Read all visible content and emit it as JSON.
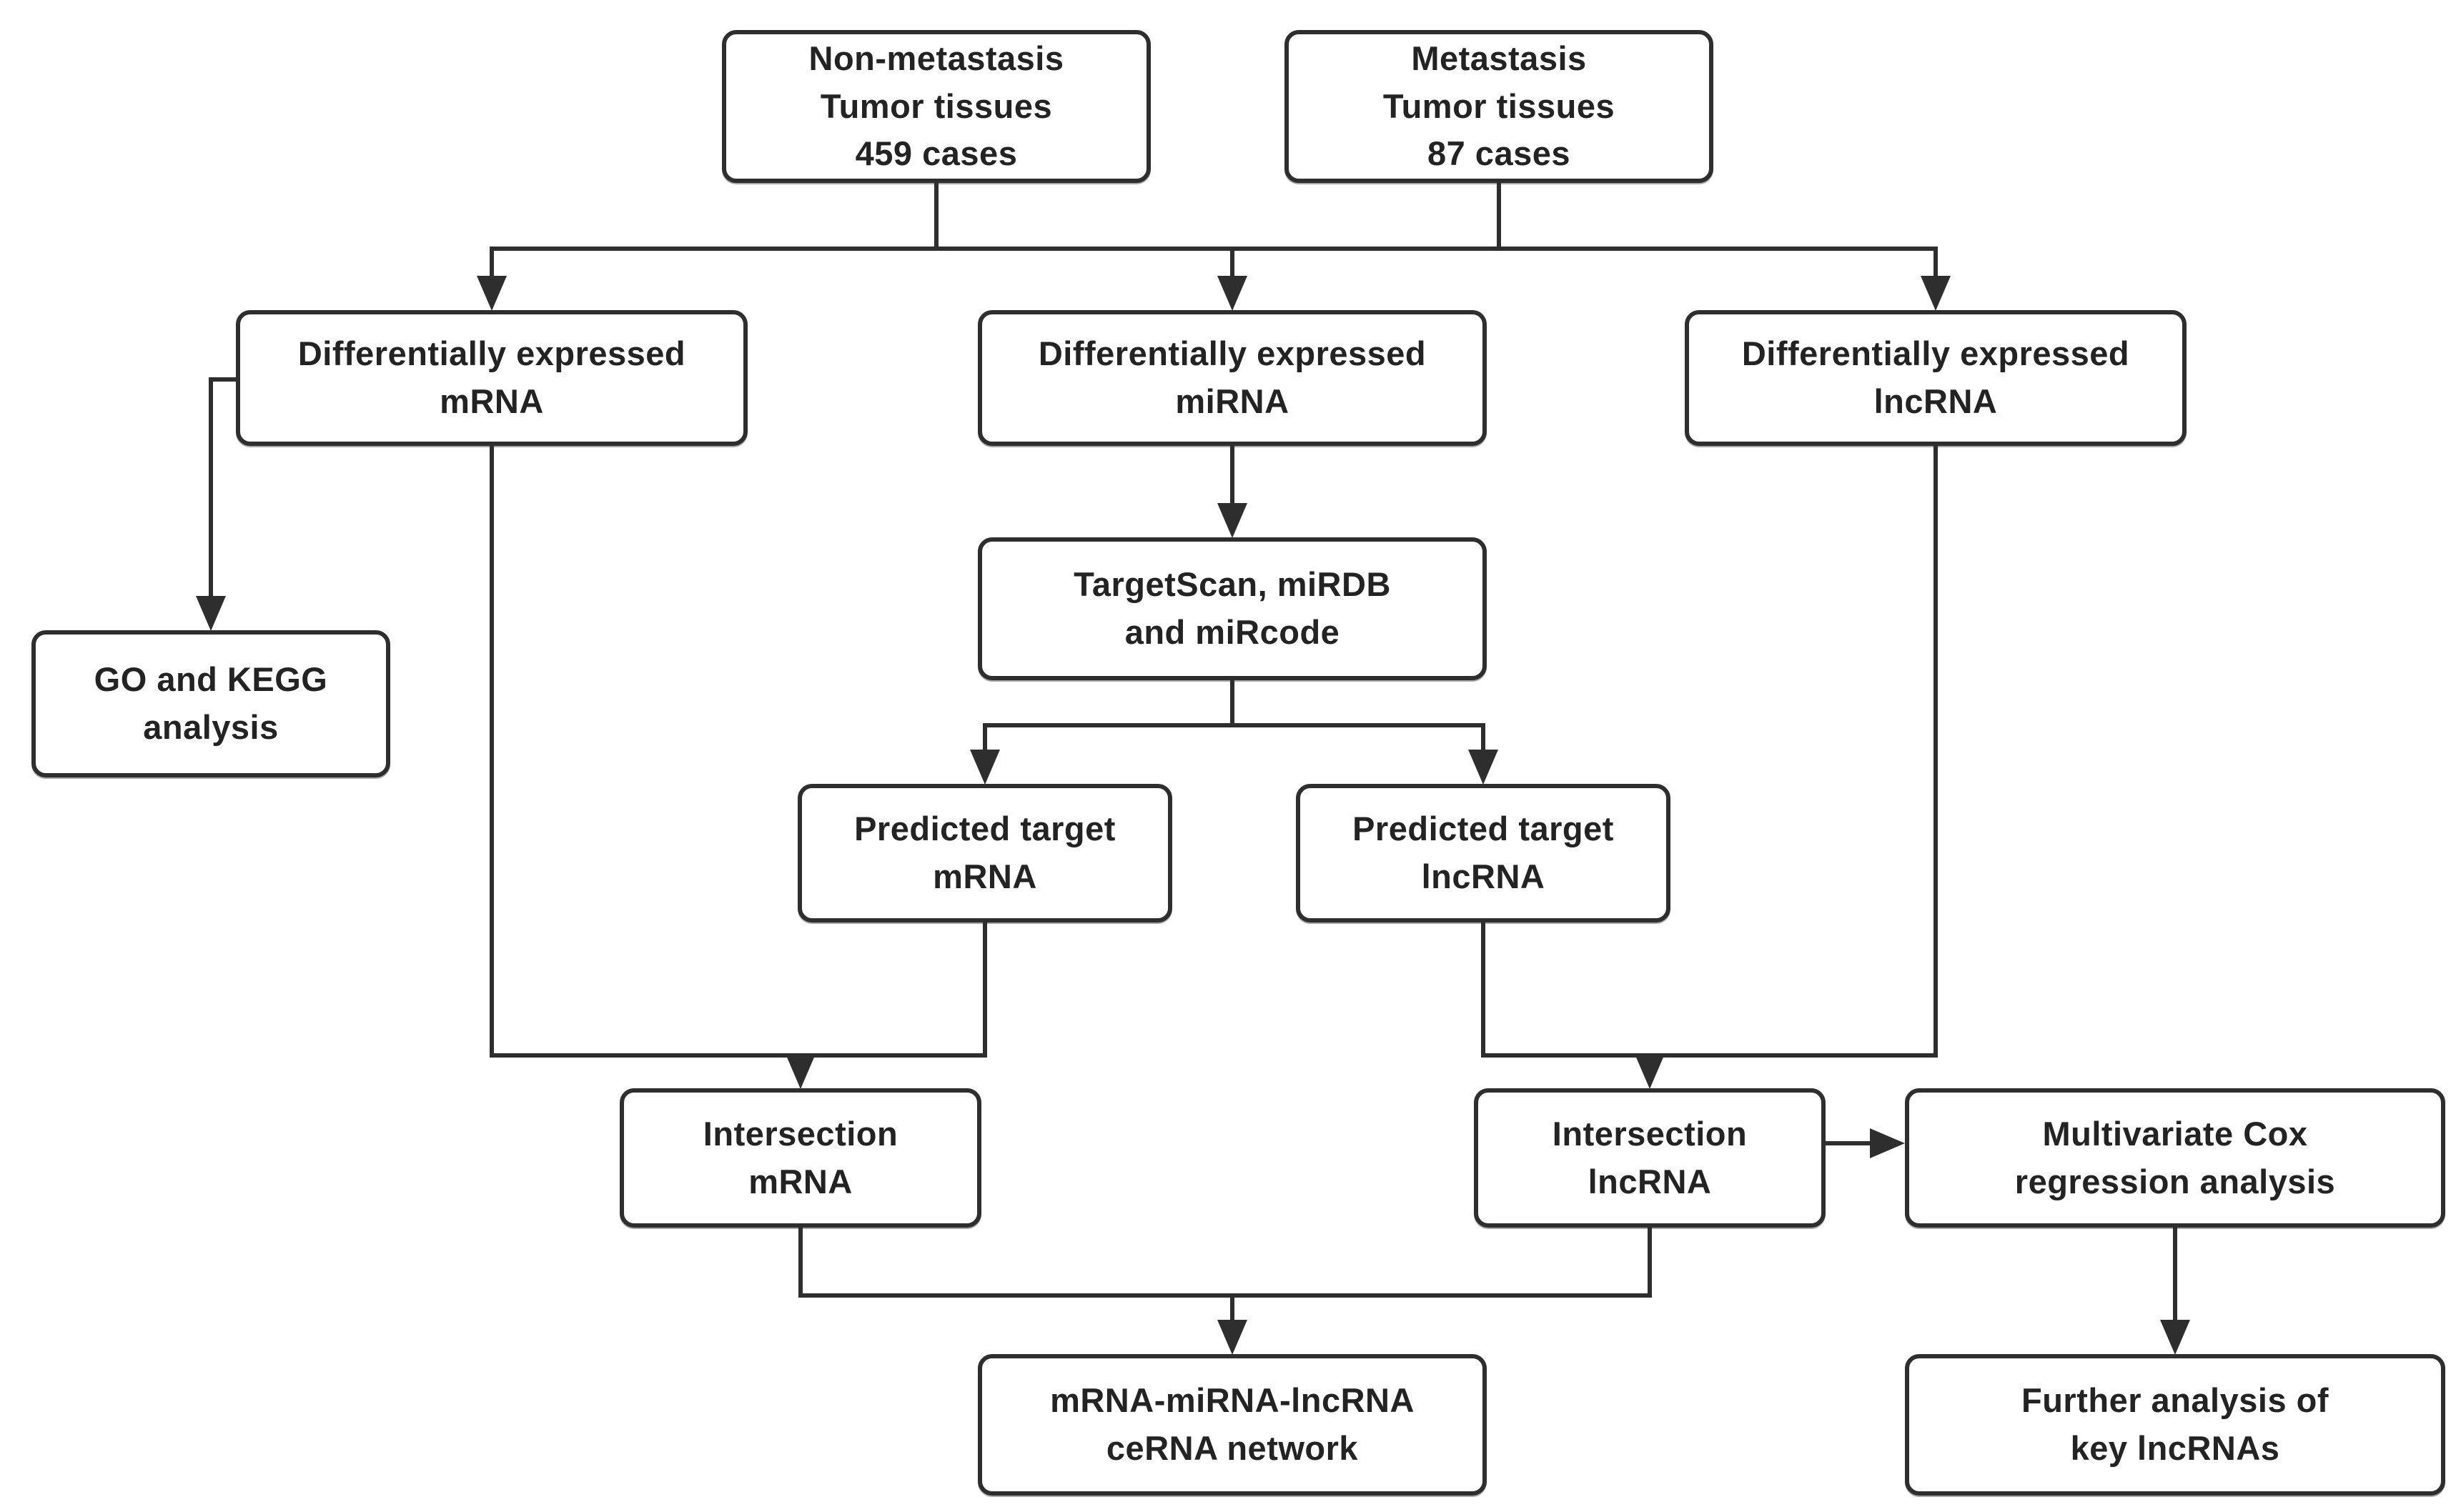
{
  "diagram": {
    "type": "flowchart",
    "background_color": "#ffffff",
    "line_color": "#2e2e2e",
    "box_fill_color": "#ffffff",
    "text_color": "#232323",
    "nodes": {
      "non_metastasis": {
        "label": "Non-metastasis\nTumor tissues\n459 cases"
      },
      "metastasis": {
        "label": "Metastasis\nTumor tissues\n87 cases"
      },
      "de_mrna": {
        "label": "Differentially expressed\nmRNA"
      },
      "de_mirna": {
        "label": "Differentially expressed\nmiRNA"
      },
      "de_lncrna": {
        "label": "Differentially expressed\nlncRNA"
      },
      "go_kegg": {
        "label": "GO and KEGG\nanalysis"
      },
      "targetscan": {
        "label": "TargetScan, miRDB\nand miRcode"
      },
      "pred_mrna": {
        "label": "Predicted target\nmRNA"
      },
      "pred_lncrna": {
        "label": "Predicted target\nlncRNA"
      },
      "int_mrna": {
        "label": "Intersection\nmRNA"
      },
      "int_lncrna": {
        "label": "Intersection\nlncRNA"
      },
      "cox": {
        "label": "Multivariate Cox\nregression analysis"
      },
      "cerna": {
        "label": "mRNA-miRNA-lncRNA\nceRNA network"
      },
      "further": {
        "label": "Further analysis of\nkey lncRNAs"
      }
    },
    "edges": [
      {
        "from": "non_metastasis",
        "to": "de_mrna"
      },
      {
        "from": "non_metastasis",
        "to": "de_mirna"
      },
      {
        "from": "non_metastasis",
        "to": "de_lncrna"
      },
      {
        "from": "metastasis",
        "to": "de_mrna"
      },
      {
        "from": "metastasis",
        "to": "de_mirna"
      },
      {
        "from": "metastasis",
        "to": "de_lncrna"
      },
      {
        "from": "de_mrna",
        "to": "go_kegg"
      },
      {
        "from": "de_mirna",
        "to": "targetscan"
      },
      {
        "from": "targetscan",
        "to": "pred_mrna"
      },
      {
        "from": "targetscan",
        "to": "pred_lncrna"
      },
      {
        "from": "de_mrna",
        "to": "int_mrna"
      },
      {
        "from": "pred_mrna",
        "to": "int_mrna"
      },
      {
        "from": "pred_lncrna",
        "to": "int_lncrna"
      },
      {
        "from": "de_lncrna",
        "to": "int_lncrna"
      },
      {
        "from": "int_lncrna",
        "to": "cox"
      },
      {
        "from": "int_mrna",
        "to": "cerna"
      },
      {
        "from": "int_lncrna",
        "to": "cerna"
      },
      {
        "from": "cox",
        "to": "further"
      }
    ]
  }
}
